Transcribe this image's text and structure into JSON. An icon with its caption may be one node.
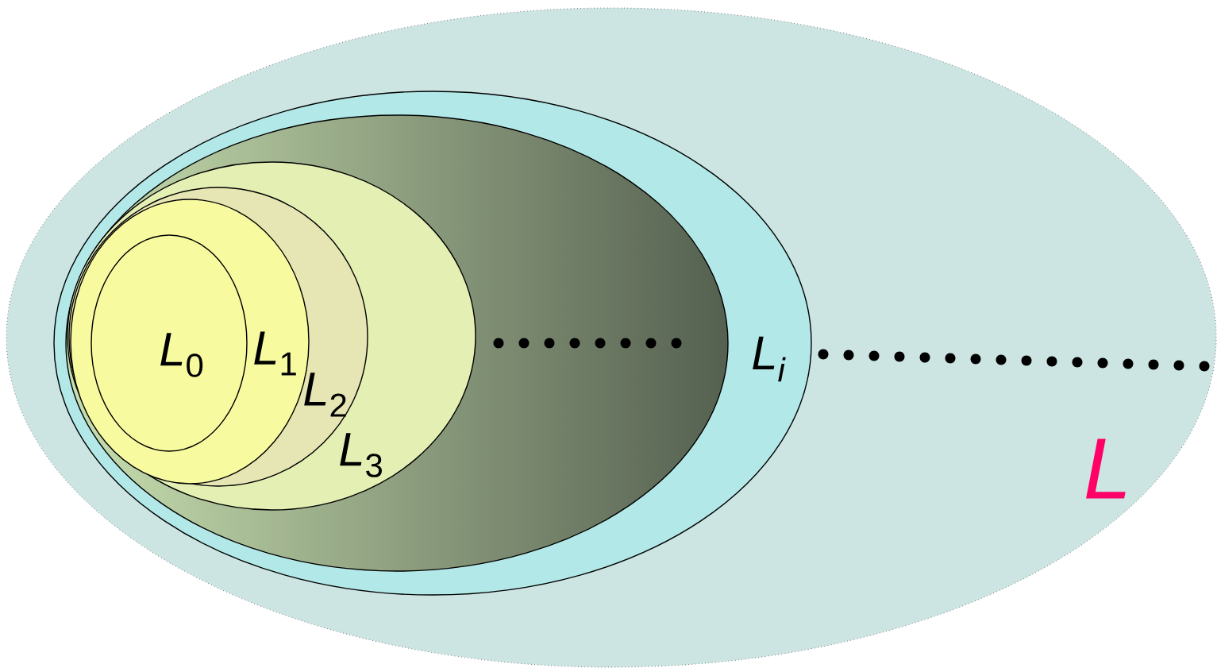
{
  "diagram": {
    "nodes": [
      {
        "text": [
          "L"
        ]
      },
      {
        "text": [
          "L$_{i}$"
        ],
        "in": 0
      },
      {
        "text": [],
        "shape": "ellipse",
        "in": 1
      },
      {
        "text": [
          "*L*$_{3}$"
        ],
        "in": 2
      },
      {
        "text": [
          "*L*$_{2}$"
        ],
        "in": 3
      },
      {
        "text": [
          "*L*$_{1}$"
        ],
        "in": 4
      },
      {
        "text": [
          "*L*$_{0}$"
        ],
        "in": 5
      }
    ]
  }
}
